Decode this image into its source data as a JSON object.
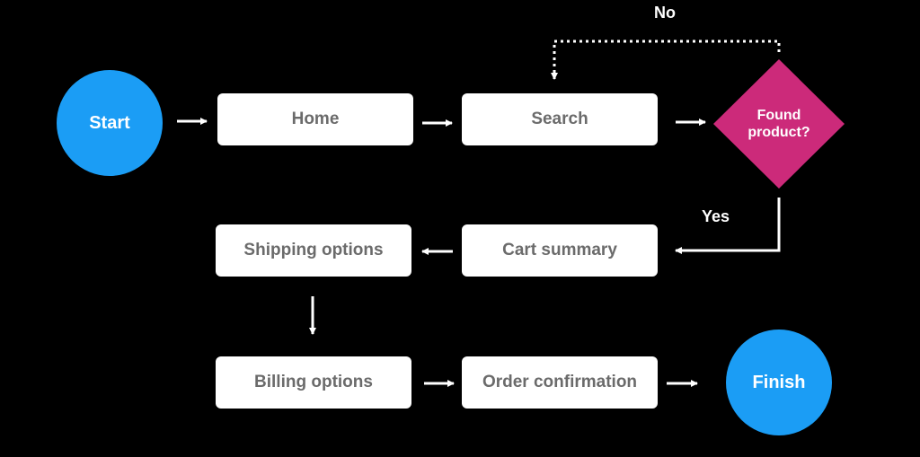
{
  "colors": {
    "background": "#000000",
    "terminal": "#1b9df5",
    "decision": "#cc2a7a",
    "box": "#ffffff",
    "box_text": "#6b6b6b",
    "connector": "#ffffff"
  },
  "nodes": {
    "start": "Start",
    "home": "Home",
    "search": "Search",
    "decision_line1": "Found",
    "decision_line2": "product?",
    "cart_summary": "Cart summary",
    "shipping_options": "Shipping options",
    "billing_options": "Billing options",
    "order_confirmation": "Order confirmation",
    "finish": "Finish"
  },
  "edge_labels": {
    "no": "No",
    "yes": "Yes"
  }
}
